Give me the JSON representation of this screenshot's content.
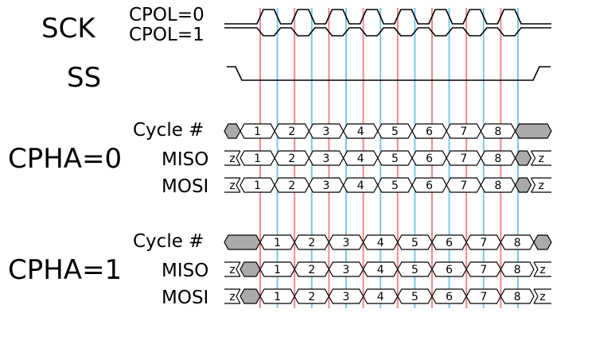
{
  "labels": {
    "sck": "SCK",
    "cpol0": "CPOL=0",
    "cpol1": "CPOL=1",
    "ss": "SS",
    "cpha0": "CPHA=0",
    "cpha1": "CPHA=1",
    "cycle": "Cycle #",
    "miso": "MISO",
    "mosi": "MOSI"
  },
  "cycles": [
    "1",
    "2",
    "3",
    "4",
    "5",
    "6",
    "7",
    "8"
  ],
  "high_z": "z",
  "colors": {
    "red_guide": "#f08a8a",
    "blue_guide": "#7ec6ea",
    "undefined_fill": "#aaaaaa"
  }
}
